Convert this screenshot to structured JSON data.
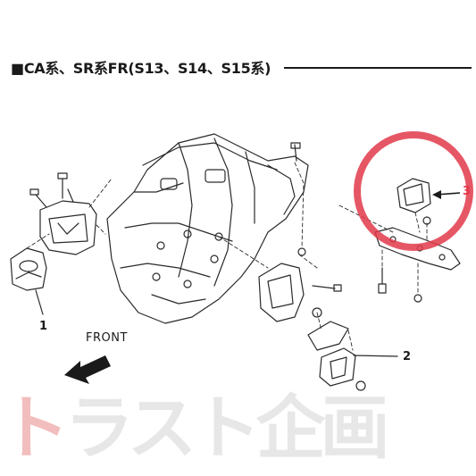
{
  "diagram": {
    "heading": "■CA系、SR系FR(S13、S14、S15系)",
    "front_label": "FRONT",
    "callouts": [
      "1",
      "2",
      "3"
    ],
    "highlight_color": "#e23a4a",
    "callout_3_color": "#e23a4a"
  },
  "watermark": {
    "text_first": "ト",
    "text_rest": "ラスト企画",
    "brand_red": "#d21e1e"
  }
}
